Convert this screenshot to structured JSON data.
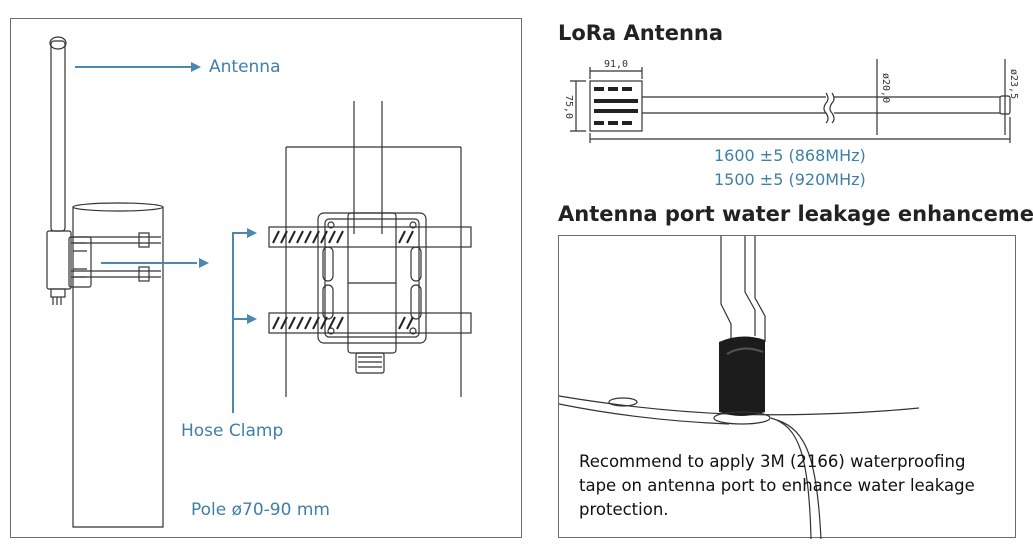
{
  "left_panel": {
    "labels": {
      "antenna": "Antenna",
      "hose_clamp": "Hose Clamp",
      "pole": "Pole ø70-90 mm"
    }
  },
  "right_top": {
    "title": "LoRa Antenna",
    "dimensions": {
      "width_label": "91,0",
      "height_label": "75,0",
      "diameter_mid": "ø20,0",
      "diameter_tip": "ø23,5"
    },
    "length_lines": [
      "1600 ±5 (868MHz)",
      "1500 ±5 (920MHz)"
    ]
  },
  "right_bottom": {
    "title": "Antenna port water leakage enhancement",
    "note_lines": [
      "Recommend to apply 3M (2166) waterproofing",
      "tape on antenna port to enhance water leakage",
      "protection."
    ]
  },
  "colors": {
    "accent": "#3f7fa8",
    "panel_border": "#6b6b6b",
    "line": "#333333"
  }
}
